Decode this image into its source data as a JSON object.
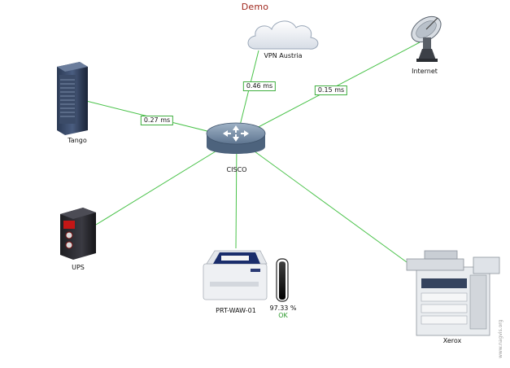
{
  "title": "Demo",
  "link_color": "#49c249",
  "nodes": {
    "vpn": {
      "label": "VPN Austria",
      "icon": "cloud-icon"
    },
    "internet": {
      "label": "Internet",
      "icon": "satellite-dish-icon"
    },
    "tango": {
      "label": "Tango",
      "icon": "server-tower-icon"
    },
    "cisco": {
      "label": "CISCO",
      "icon": "router-icon"
    },
    "ups": {
      "label": "UPS",
      "icon": "ups-icon"
    },
    "printer": {
      "label": "PRT-WAW-01",
      "icon": "printer-icon",
      "toner_level": 0.9733,
      "toner_percent": "97.33 %",
      "status": "OK"
    },
    "xerox": {
      "label": "Xerox",
      "icon": "copier-icon"
    }
  },
  "links": [
    {
      "from": "cisco",
      "to": "vpn",
      "latency": "0.46 ms"
    },
    {
      "from": "cisco",
      "to": "internet",
      "latency": "0.15 ms"
    },
    {
      "from": "cisco",
      "to": "tango",
      "latency": "0.27 ms"
    },
    {
      "from": "cisco",
      "to": "ups",
      "latency": ""
    },
    {
      "from": "cisco",
      "to": "printer",
      "latency": ""
    },
    {
      "from": "cisco",
      "to": "xerox",
      "latency": ""
    }
  ],
  "watermark": "www.nagvis.org"
}
